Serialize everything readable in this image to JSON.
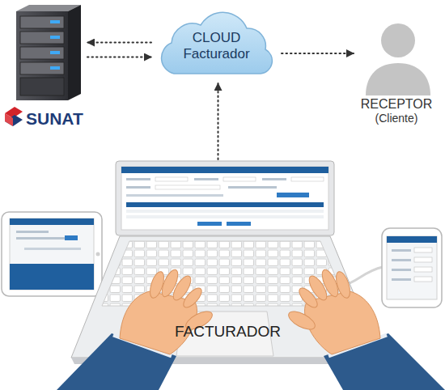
{
  "diagram": {
    "nodes": [
      {
        "text": [
          "SUNAT"
        ]
      },
      {
        "text": [
          "CLOUD Facturador"
        ]
      },
      {
        "text": [
          "RECEPTOR",
          "(Cliente)"
        ]
      },
      {
        "text": [
          "FACTURADOR"
        ]
      }
    ],
    "edges": [
      {
        "from": 1,
        "to": 0,
        "arrow": "to"
      },
      {
        "from": 0,
        "to": 1,
        "arrow": "to"
      },
      {
        "from": 1,
        "to": 2,
        "arrow": "to"
      },
      {
        "from": 3,
        "to": 1,
        "arrow": "to"
      }
    ]
  }
}
